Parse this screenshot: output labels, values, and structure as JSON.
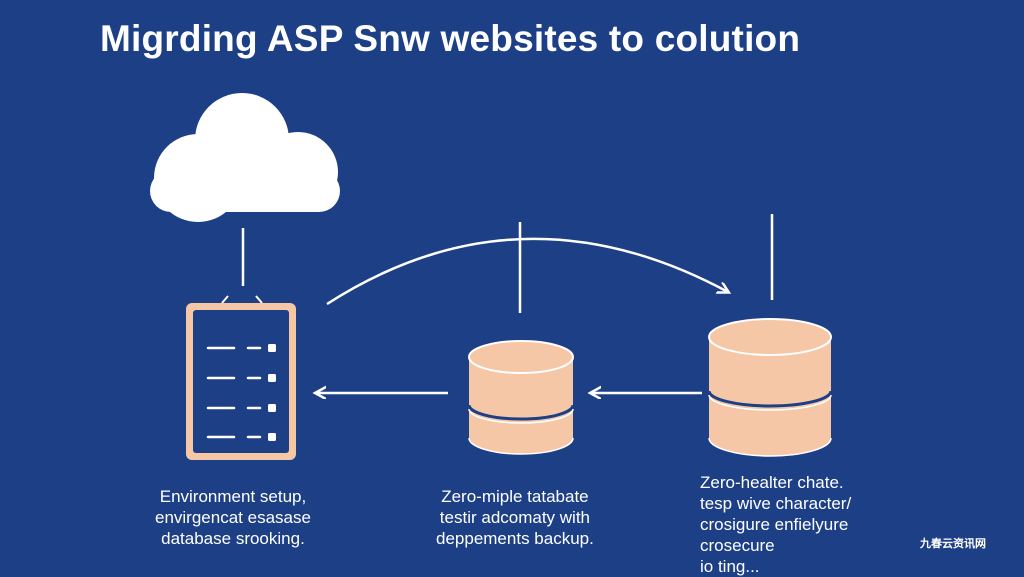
{
  "title": "Migrding ASP Snw websites to colution",
  "colors": {
    "background": "#1d3f86",
    "peach": "#f6c7a7",
    "navy": "#1d3f86",
    "white": "#ffffff"
  },
  "icons": [
    "cloud-icon",
    "server-document-icon",
    "database-cylinder-icon",
    "database-cylinder-icon"
  ],
  "captions": {
    "left": [
      "Environment setup,",
      "envirgencat esasase",
      "database srooking."
    ],
    "middle": [
      "Zero-miple tatabate",
      "testir adcomaty with",
      "deppements backup."
    ],
    "right": [
      "Zero-healter chate.",
      "tesp wive character/",
      "crosigure enfielyure",
      "crosecure",
      "io ting..."
    ]
  },
  "watermark": "九春云资讯网"
}
